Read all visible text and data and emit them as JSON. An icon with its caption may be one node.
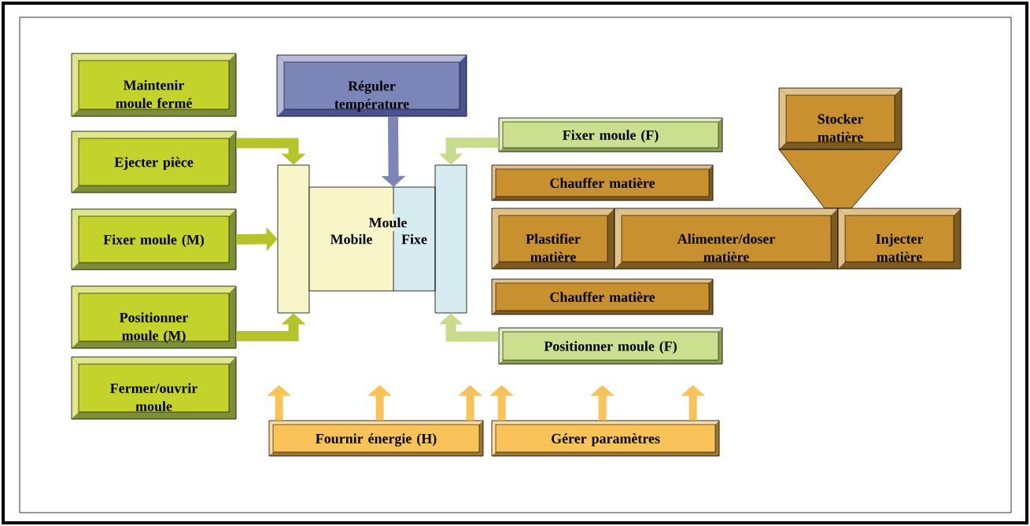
{
  "diagram": {
    "nodes": [
      {
        "text": [
          "Maintenir moule fermé"
        ]
      },
      {
        "text": [
          "Réguler température"
        ]
      },
      {
        "text": [
          "Ejecter pièce"
        ]
      },
      {
        "text": [
          "Fixer moule (M)"
        ]
      },
      {
        "text": [
          "Positionner moule (M)"
        ]
      },
      {
        "text": [
          "Fermer/ouvrir moule"
        ]
      },
      {
        "text": [
          "Fixer moule (F)"
        ]
      },
      {
        "text": [
          "Stocker matière"
        ]
      },
      {
        "text": [
          "Chauffer matière"
        ]
      },
      {
        "text": [
          "Plastifier matière"
        ]
      },
      {
        "text": [
          "Alimenter/doser matière"
        ]
      },
      {
        "text": [
          "Injecter matière"
        ]
      },
      {
        "text": [
          "Chauffer matière"
        ]
      },
      {
        "text": [
          "Positionner moule (F)"
        ]
      },
      {
        "text": [
          "Fournir énergie (H)"
        ]
      },
      {
        "text": [
          "Gérer paramètres"
        ]
      },
      {
        "text": [],
        "shape": "box"
      },
      {
        "text": [
          "Mobile"
        ]
      },
      {
        "text": [
          "Fixe"
        ]
      },
      {
        "text": [],
        "shape": "box"
      }
    ],
    "edges": [
      {
        "from": 2,
        "to": 16,
        "arrow": "to",
        "color": "#b5c42a"
      },
      {
        "from": 3,
        "to": 16,
        "arrow": "to",
        "color": "#b5c42a"
      },
      {
        "from": 4,
        "to": 16,
        "arrow": "to",
        "color": "#b5c42a"
      },
      {
        "from": 1,
        "to": 17,
        "arrow": "to",
        "color": "#7b85b8"
      },
      {
        "from": 6,
        "to": 19,
        "arrow": "to",
        "color": "#c9dc8c"
      },
      {
        "from": 13,
        "to": 19,
        "arrow": "to",
        "color": "#c9dc8c"
      },
      {
        "from": 14,
        "to": null,
        "arrow": "to"
      },
      {
        "from": 14,
        "to": null,
        "arrow": "to"
      },
      {
        "from": 14,
        "to": null,
        "arrow": "to"
      },
      {
        "from": 15,
        "to": null,
        "arrow": "to"
      },
      {
        "from": 15,
        "to": null,
        "arrow": "to"
      },
      {
        "from": 15,
        "to": null,
        "arrow": "to"
      }
    ],
    "labels": [
      "Moule"
    ]
  }
}
